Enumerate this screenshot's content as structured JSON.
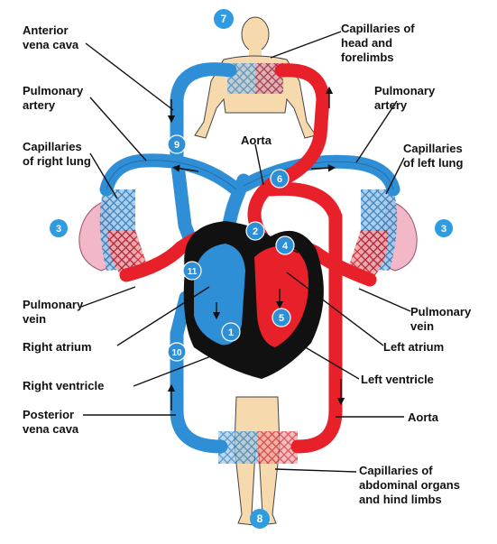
{
  "labels": {
    "anterior_vena_cava": "Anterior\nvena cava",
    "capillaries_head": "Capillaries of\nhead and\nforelimbs",
    "pulmonary_artery_left": "Pulmonary\nartery",
    "pulmonary_artery_right": "Pulmonary\nartery",
    "aorta_top": "Aorta",
    "capillaries_right_lung": "Capillaries\nof right lung",
    "capillaries_left_lung": "Capillaries\nof left lung",
    "pulmonary_vein_left": "Pulmonary\nvein",
    "pulmonary_vein_right": "Pulmonary\nvein",
    "right_atrium": "Right atrium",
    "left_atrium": "Left atrium",
    "right_ventricle": "Right ventricle",
    "left_ventricle": "Left ventricle",
    "posterior_vena_cava": "Posterior\nvena cava",
    "aorta_bottom": "Aorta",
    "capillaries_abdominal": "Capillaries of\nabdominal organs\nand hind limbs"
  },
  "numbers": {
    "n7": "7",
    "n9": "9",
    "n6": "6",
    "n3_left": "3",
    "n3_right": "3",
    "n2": "2",
    "n4": "4",
    "n11": "11",
    "n5": "5",
    "n1": "1",
    "n10": "10",
    "n8": "8"
  },
  "colors": {
    "oxygenated": "#e8202a",
    "deoxygenated": "#2f8fd6",
    "heart_outline": "#111111",
    "lung": "#f2b8c8",
    "body_skin": "#f6d9ad",
    "number_badge": "#2f9be0",
    "label_text": "#111111"
  }
}
